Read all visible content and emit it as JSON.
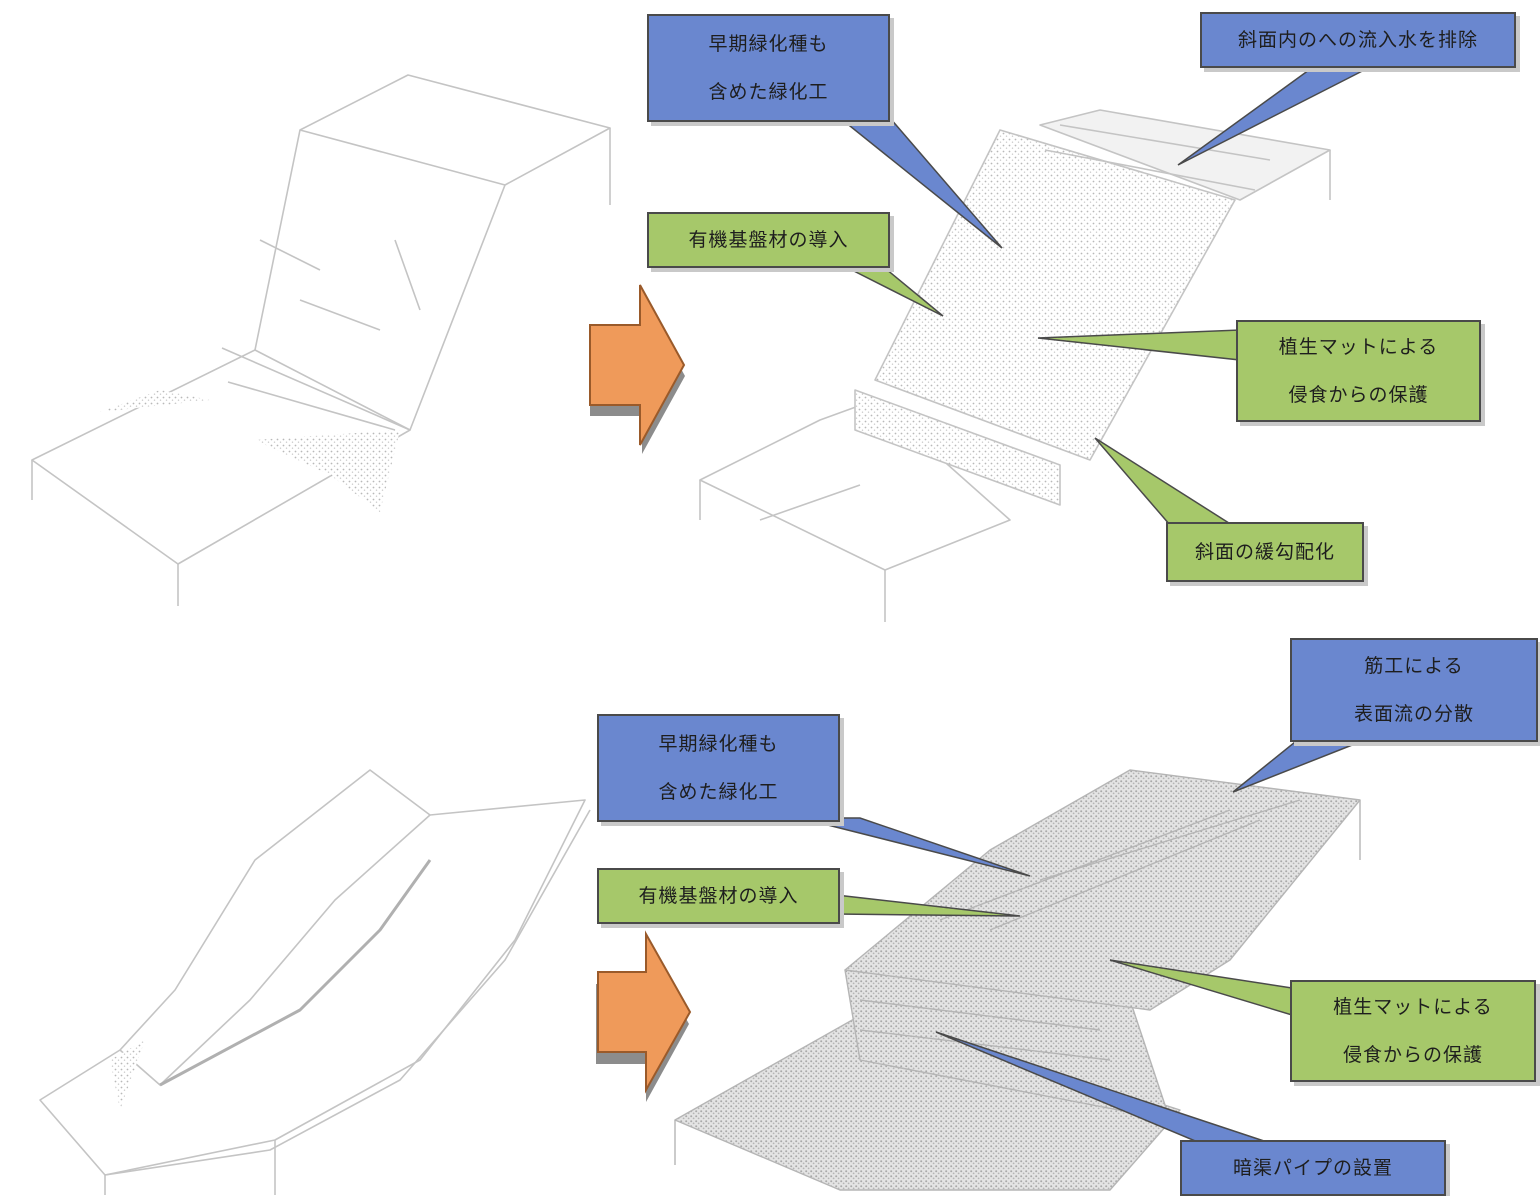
{
  "colors": {
    "blue_fill": "#6a87cf",
    "green_fill": "#a6c86a",
    "arrow_fill": "#ef9a5a",
    "sketch_line": "#c4c4c4",
    "sketch_shade": "#b9b9b9"
  },
  "icons": [
    "right-arrow-icon",
    "right-arrow-icon"
  ],
  "top_panel": {
    "early_greening": {
      "line1": "早期緑化種も",
      "line2": "含めた緑化工"
    },
    "drain_inflow": {
      "line1": "斜面内のへの流入水を排除"
    },
    "organic_base": {
      "line1": "有機基盤材の導入"
    },
    "vegetation_mat": {
      "line1": "植生マットによる",
      "line2": "侵食からの保護"
    },
    "gentle_slope": {
      "line1": "斜面の緩勾配化"
    }
  },
  "bottom_panel": {
    "early_greening": {
      "line1": "早期緑化種も",
      "line2": "含めた緑化工"
    },
    "terrace_dispersion": {
      "line1": "筋工による",
      "line2": "表面流の分散"
    },
    "organic_base": {
      "line1": "有機基盤材の導入"
    },
    "vegetation_mat": {
      "line1": "植生マットによる",
      "line2": "侵食からの保護"
    },
    "drain_pipe": {
      "line1": "暗渠パイプの設置"
    }
  }
}
